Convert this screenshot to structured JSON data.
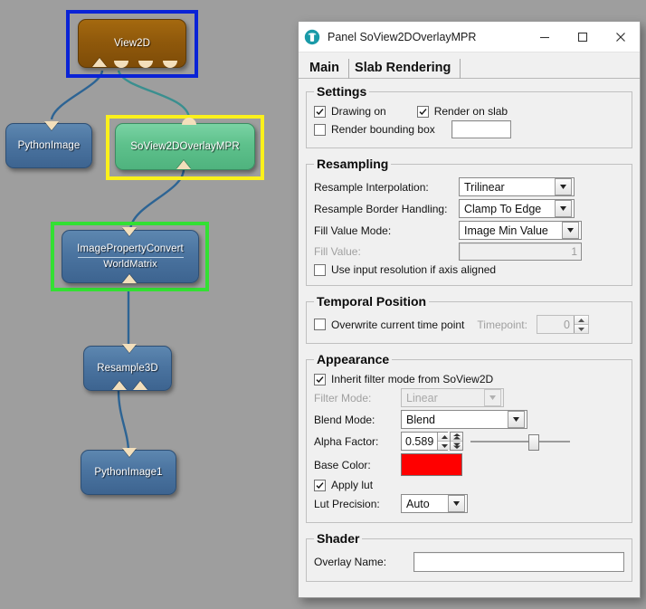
{
  "network": {
    "background_color": "#9e9e9e",
    "nodes": [
      {
        "id": "view2d",
        "label": "View2D",
        "sublabel": "",
        "color": "brown",
        "selection": "blue",
        "selection_color": "#0a23d6"
      },
      {
        "id": "pythonimage",
        "label": "PythonImage",
        "sublabel": "",
        "color": "blue",
        "selection": "none",
        "selection_color": ""
      },
      {
        "id": "soview2doverlaympr",
        "label": "SoView2DOverlayMPR",
        "sublabel": "",
        "color": "green",
        "selection": "yellow",
        "selection_color": "#fbf11b"
      },
      {
        "id": "imagepropertyconvert",
        "label": "ImagePropertyConvert",
        "sublabel": "WorldMatrix",
        "color": "blue",
        "selection": "green",
        "selection_color": "#33e033"
      },
      {
        "id": "resample3d",
        "label": "Resample3D",
        "sublabel": "",
        "color": "blue",
        "selection": "none",
        "selection_color": ""
      },
      {
        "id": "pythonimage1",
        "label": "PythonImage1",
        "sublabel": "",
        "color": "blue",
        "selection": "none",
        "selection_color": ""
      }
    ],
    "connection_colors": {
      "image": "#2d6494",
      "inventor": "#3a8f8f"
    }
  },
  "panel": {
    "title": "Panel SoView2DOverlayMPR",
    "icon": "mevislab-icon",
    "window_buttons": {
      "minimize": "—",
      "maximize": "☐",
      "close": "✕"
    },
    "tabs": [
      {
        "label": "Main",
        "active": true
      },
      {
        "label": "Slab Rendering",
        "active": false
      }
    ],
    "settings": {
      "legend": "Settings",
      "drawing_on": {
        "label": "Drawing on",
        "checked": true
      },
      "render_on_slab": {
        "label": "Render on slab",
        "checked": true
      },
      "render_bounding_box": {
        "label": "Render bounding box",
        "checked": false
      },
      "bounding_box_field": {
        "value": "",
        "placeholder": ""
      }
    },
    "resampling": {
      "legend": "Resampling",
      "resample_interpolation": {
        "label": "Resample Interpolation:",
        "value": "Trilinear"
      },
      "resample_border_handling": {
        "label": "Resample Border Handling:",
        "value": "Clamp To Edge"
      },
      "fill_value_mode": {
        "label": "Fill Value Mode:",
        "value": "Image Min Value"
      },
      "fill_value": {
        "label": "Fill Value:",
        "value": "1",
        "enabled": false
      },
      "use_input_resolution": {
        "label": "Use input resolution if axis aligned",
        "checked": false
      }
    },
    "temporal_position": {
      "legend": "Temporal Position",
      "overwrite_current_time_point": {
        "label": "Overwrite current time point",
        "checked": false
      },
      "timepoint": {
        "label": "Timepoint:",
        "value": "0",
        "enabled": false
      }
    },
    "appearance": {
      "legend": "Appearance",
      "inherit_filter_mode": {
        "label": "Inherit filter mode from SoView2D",
        "checked": true
      },
      "filter_mode": {
        "label": "Filter Mode:",
        "value": "Linear",
        "enabled": false
      },
      "blend_mode": {
        "label": "Blend Mode:",
        "value": "Blend"
      },
      "alpha_factor": {
        "label": "Alpha Factor:",
        "value": "0.589",
        "slider_percent": 58.9
      },
      "base_color": {
        "label": "Base Color:",
        "value": "#ff0000"
      },
      "apply_lut": {
        "label": "Apply lut",
        "checked": true
      },
      "lut_precision": {
        "label": "Lut Precision:",
        "value": "Auto"
      }
    },
    "shader": {
      "legend": "Shader",
      "overlay_name": {
        "label": "Overlay Name:",
        "value": ""
      }
    }
  }
}
